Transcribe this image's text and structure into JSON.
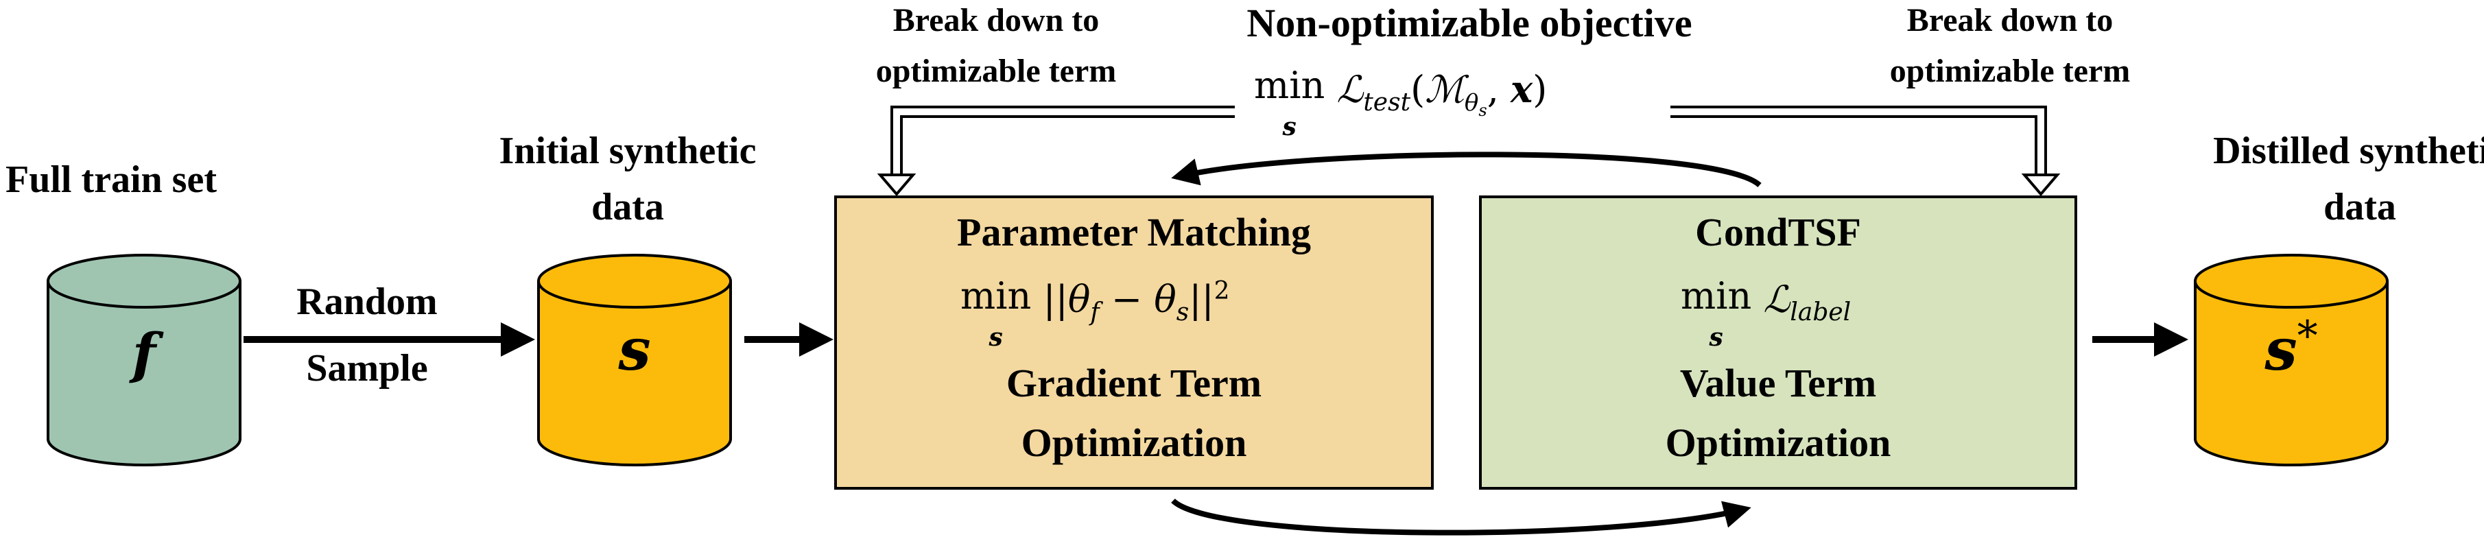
{
  "colors": {
    "full_train_cylinder": "#9fc5b1",
    "synthetic_cylinder": "#fcbb0a",
    "param_box_fill": "#f3d8a0",
    "condtsf_box_fill": "#d6e3bd",
    "stroke": "#000000"
  },
  "labels": {
    "full_train_set": "Full train set",
    "random": "Random",
    "sample": "Sample",
    "initial_synthetic_line1": "Initial synthetic",
    "initial_synthetic_line2": "data",
    "distilled_synthetic_line1": "Distilled synthetic",
    "distilled_synthetic_line2": "data",
    "non_optimizable_objective": "Non-optimizable objective",
    "break_down_left_line1": "Break down to",
    "break_down_left_line2": "optimizable term",
    "break_down_right_line1": "Break down to",
    "break_down_right_line2": "optimizable term"
  },
  "cylinders": {
    "full_train_symbol": "f",
    "initial_synthetic_symbol": "s",
    "distilled_synthetic_symbol": "s",
    "distilled_superscript": "*"
  },
  "objective_formula": {
    "min": "min",
    "under": "s",
    "loss_symbol": "ℒ",
    "loss_subscript": "test",
    "model_symbol": "ℳ",
    "model_subscript": "θ",
    "model_subsubscript": "s",
    "argument": "x"
  },
  "param_box": {
    "title": "Parameter Matching",
    "min": "min",
    "under": "s",
    "formula_text": "||θ",
    "sub_f": "f",
    "minus": " − θ",
    "sub_s": "s",
    "close": "||",
    "exponent": "2",
    "line3": "Gradient Term",
    "line4": "Optimization"
  },
  "condtsf_box": {
    "title": "CondTSF",
    "min": "min",
    "under": "s",
    "loss_symbol": "ℒ",
    "loss_subscript": "label",
    "line3": "Value Term",
    "line4": "Optimization"
  }
}
